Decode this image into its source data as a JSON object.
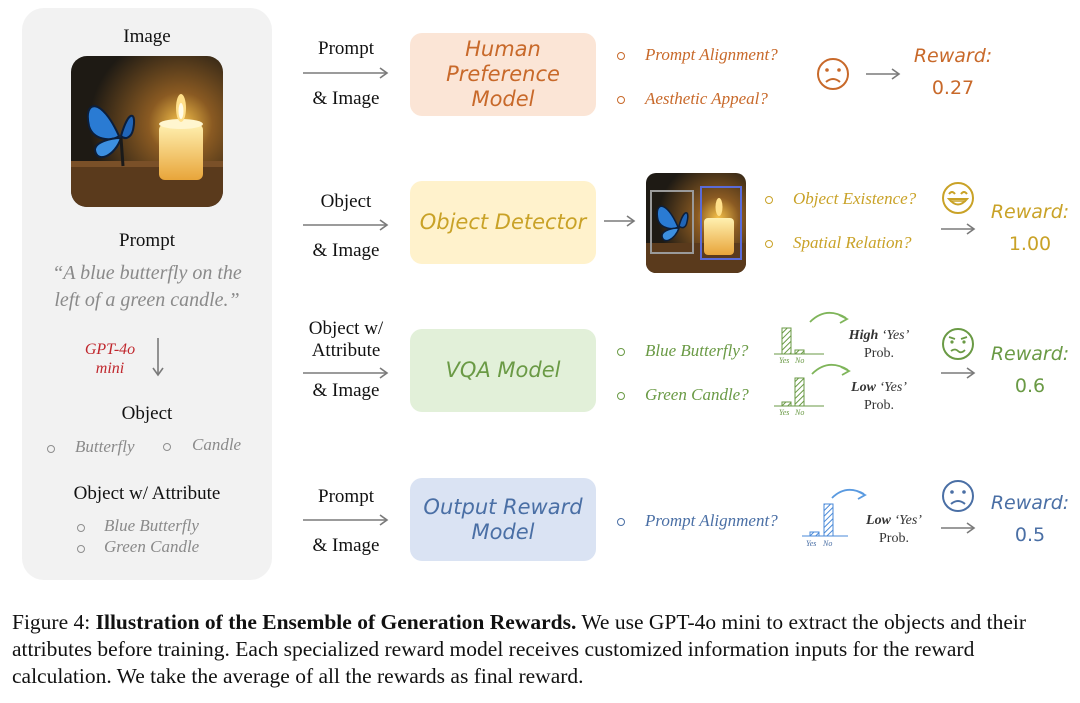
{
  "left_panel": {
    "image_label": "Image",
    "prompt_label": "Prompt",
    "prompt_text_line1": "“A blue butterfly on the",
    "prompt_text_line2": "left of a green candle.”",
    "extractor_line1": "GPT-4o",
    "extractor_line2": "mini",
    "object_label": "Object",
    "objects": [
      "Butterfly",
      "Candle"
    ],
    "attr_label": "Object w/ Attribute",
    "attributes": [
      "Blue Butterfly",
      "Green Candle"
    ]
  },
  "rows": [
    {
      "input_line1": "Prompt",
      "input_line2": "& Image",
      "model_line1": "Human",
      "model_line2": "Preference",
      "model_line3": "Model",
      "questions": [
        "Prompt Alignment?",
        "Aesthetic Appeal?"
      ],
      "reward_label": "Reward:",
      "reward_value": "0.27",
      "face": "sad-face-icon"
    },
    {
      "input_line1": "Object",
      "input_line2": "& Image",
      "model_line1": "Object Detector",
      "questions": [
        "Object Existence?",
        "Spatial Relation?"
      ],
      "reward_label": "Reward:",
      "reward_value": "1.00",
      "face": "grin-face-icon"
    },
    {
      "input_line1": "Object w/",
      "input_line2": "Attribute",
      "input_line3": "& Image",
      "model_line1": "VQA Model",
      "questions": [
        "Blue Butterfly?",
        "Green Candle?"
      ],
      "prob1_bold": "High",
      "prob1_rest": " ‘Yes’",
      "prob1_line2": "Prob.",
      "prob2_bold": "Low",
      "prob2_rest": " ‘Yes’",
      "prob2_line2": "Prob.",
      "yes": "Yes",
      "no": "No",
      "reward_label": "Reward:",
      "reward_value": "0.6",
      "face": "confused-face-icon"
    },
    {
      "input_line1": "Prompt",
      "input_line2": "& Image",
      "model_line1": "Output Reward",
      "model_line2": "Model",
      "questions": [
        "Prompt Alignment?"
      ],
      "prob_bold": "Low",
      "prob_rest": " ‘Yes’",
      "prob_line2": "Prob.",
      "yes": "Yes",
      "no": "No",
      "reward_label": "Reward:",
      "reward_value": "0.5",
      "face": "sad-face-icon"
    }
  ],
  "colors": {
    "hpm": "#c8692a",
    "hpm_bg": "#fbe5d6",
    "det": "#c9a227",
    "det_bg": "#fff2cc",
    "vqa": "#6a9a45",
    "vqa_bg": "#e2f0d9",
    "orm": "#4a6fa5",
    "orm_bg": "#dae3f3"
  },
  "caption": {
    "prefix": "Figure 4: ",
    "bold": "Illustration of the Ensemble of Generation Rewards.",
    "rest": " We use GPT-4o mini to extract the objects and their attributes before training. Each specialized reward model receives customized information inputs for the reward calculation. We take the average of all the rewards as final reward."
  }
}
